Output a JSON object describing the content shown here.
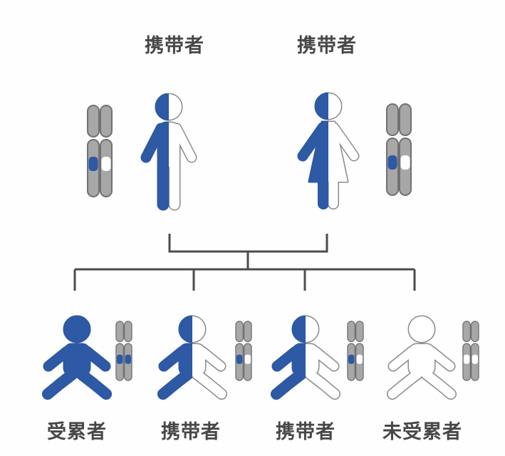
{
  "colors": {
    "blue": "#2d59a5",
    "figure_outline": "#8a8a8a",
    "figure_fill": "#ffffff",
    "chromosome_fill": "#a7a7a7",
    "chromosome_stroke": "#717171",
    "band_white": "#ffffff",
    "line": "#4c4c4c",
    "label_text": "#474747",
    "background": "#fefefe"
  },
  "parents": [
    {
      "label": "携带者",
      "type": "male",
      "fill": "half",
      "chromosome_bands": [
        "blue",
        "white"
      ]
    },
    {
      "label": "携带者",
      "type": "female",
      "fill": "half",
      "chromosome_bands": [
        "blue",
        "white"
      ]
    }
  ],
  "children": [
    {
      "label": "受累者",
      "type": "baby",
      "fill": "full",
      "chromosome_bands": [
        "blue",
        "blue"
      ]
    },
    {
      "label": "携带者",
      "type": "baby",
      "fill": "half",
      "chromosome_bands": [
        "blue",
        "white"
      ]
    },
    {
      "label": "携带者",
      "type": "baby",
      "fill": "half",
      "chromosome_bands": [
        "blue",
        "white"
      ]
    },
    {
      "label": "未受累者",
      "type": "baby",
      "fill": "none",
      "chromosome_bands": [
        "white",
        "white"
      ]
    }
  ]
}
